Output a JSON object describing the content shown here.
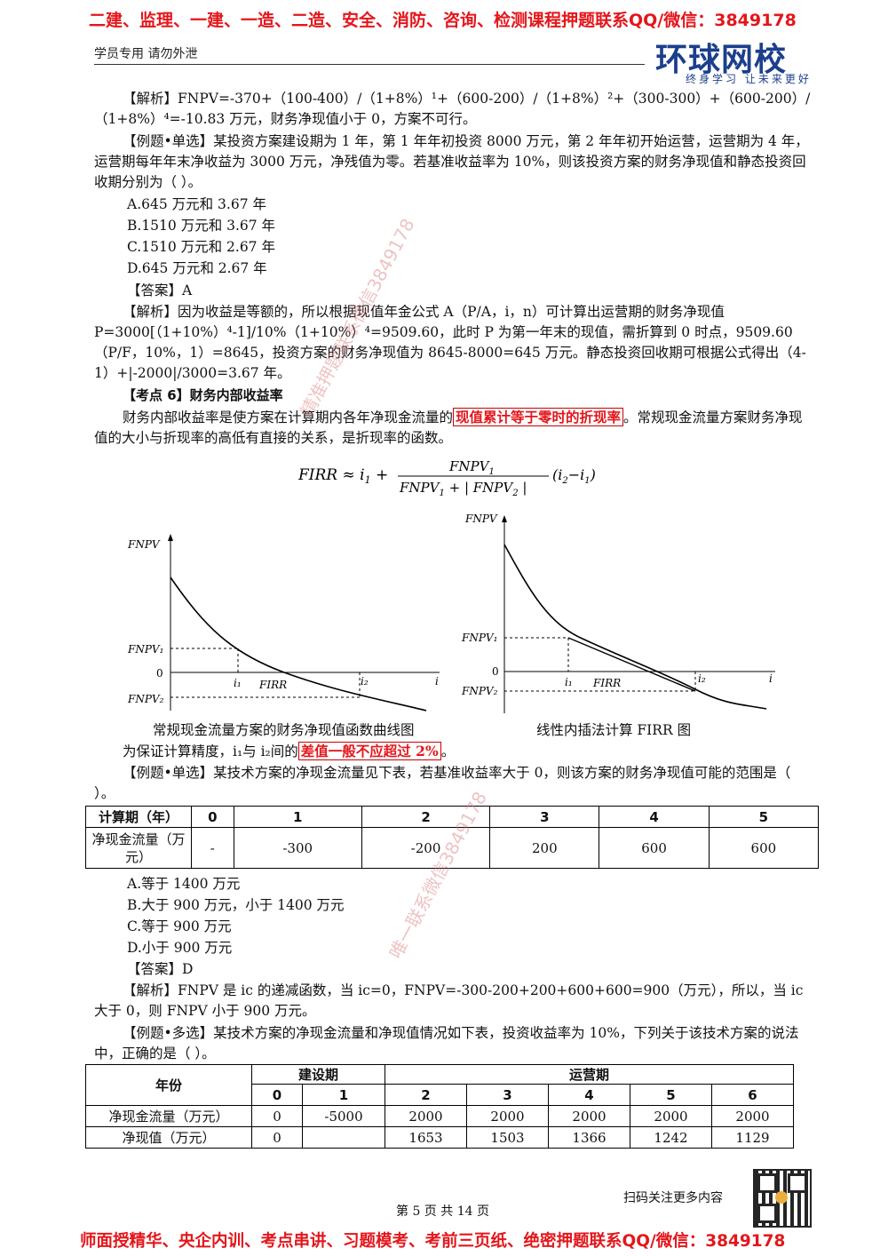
{
  "banner_top": "二建、监理、一建、一造、二造、安全、消防、咨询、检测课程押题联系QQ/微信：3849178",
  "banner_bottom": "师面授精华、央企内训、考点串讲、习题模考、考前三页纸、绝密押题联系QQ/微信：3849178",
  "header_note": "学员专用  请勿外泄",
  "logo": {
    "main": "环球网校",
    "sub": "终身学习 让未来更好"
  },
  "p1": "【解析】FNPV=-370+（100-400）/（1+8%）¹+（600-200）/（1+8%）²+（300-300）+（600-200）/（1+8%）⁴=-10.83 万元，财务净现值小于 0，方案不可行。",
  "ex1": {
    "question": "【例题•单选】某投资方案建设期为 1 年，第 1 年年初投资 8000 万元，第 2 年年初开始运营，运营期为 4 年，运营期每年年末净收益为 3000 万元，净残值为零。若基准收益率为 10%，则该投资方案的财务净现值和静态投资回收期分别为（ ）。",
    "options": [
      "A.645 万元和 3.67 年",
      "B.1510 万元和 3.67 年",
      "C.1510 万元和 2.67 年",
      "D.645 万元和 2.67 年"
    ],
    "answer": "【答案】A",
    "analysis": "【解析】因为收益是等额的，所以根据现值年金公式 A（P/A，i，n）可计算出运营期的财务净现值 P=3000[（1+10%）⁴-1]/10%（1+10%）⁴=9509.60，此时 P 为第一年末的现值，需折算到 0 时点，9509.60（P/F，10%，1）=8645，投资方案的财务净现值为 8645-8000=645 万元。静态投资回收期可根据公式得出（4-1）+|-2000|/3000=3.67 年。"
  },
  "kp6": {
    "title": "【考点 6】财务内部收益率",
    "text_a": "财务内部收益率是使方案在计算期内各年净现金流量的",
    "highlight": "现值累计等于零时的折现率",
    "text_b": "。常规现金流量方案财务净现值的大小与折现率的高低有直接的关系，是折现率的函数。",
    "formula": "FIRR ≈ i₁ + FNPV₁ / (FNPV₁ + | FNPV₂ |) (i₂−i₁)"
  },
  "fig1": {
    "caption": "常规现金流量方案的财务净现值函数曲线图",
    "y_label": "FNPV",
    "labels": [
      "FNPV₁",
      "0",
      "FNPV₂",
      "i₁",
      "FIRR",
      "i₂",
      "i"
    ]
  },
  "fig2": {
    "caption": "线性内插法计算 FIRR 图",
    "y_label": "FNPV",
    "labels": [
      "FNPV₁",
      "0",
      "FNPV₂",
      "i₁",
      "FIRR",
      "i₂",
      "i"
    ]
  },
  "precision": {
    "text_a": "为保证计算精度，i₁与 i₂间的",
    "highlight": "差值一般不应超过 2%",
    "text_b": "。"
  },
  "ex2": {
    "question": "【例题•单选】某技术方案的净现金流量见下表，若基准收益率大于 0，则该方案的财务净现值可能的范围是（ ）。",
    "table": {
      "header": [
        "计算期（年）",
        "0",
        "1",
        "2",
        "3",
        "4",
        "5"
      ],
      "row_label": "净现金流量（万元）",
      "row": [
        "-",
        "-300",
        "-200",
        "200",
        "600",
        "600"
      ]
    },
    "options": [
      "A.等于 1400 万元",
      "B.大于 900 万元，小于 1400 万元",
      "C.等于 900 万元",
      "D.小于 900 万元"
    ],
    "answer": "【答案】D",
    "analysis": "【解析】FNPV 是 ic 的递减函数，当 ic=0，FNPV=-300-200+200+600+600=900（万元），所以，当 ic 大于 0，则 FNPV 小于 900 万元。"
  },
  "ex3": {
    "question": "【例题•多选】某技术方案的净现金流量和净现值情况如下表，投资收益率为 10%，下列关于该技术方案的说法中，正确的是（ ）。",
    "table": {
      "year_label": "年份",
      "group1": "建设期",
      "group2": "运营期",
      "years": [
        "0",
        "1",
        "2",
        "3",
        "4",
        "5",
        "6"
      ],
      "row1_label": "净现金流量（万元）",
      "row1": [
        "0",
        "-5000",
        "2000",
        "2000",
        "2000",
        "2000",
        "2000"
      ],
      "row2_label": "净现值（万元）",
      "row2": [
        "0",
        "",
        "1653",
        "1503",
        "1366",
        "1242",
        "1129"
      ]
    }
  },
  "footer": {
    "page": "第 5 页 共 14 页",
    "scan": "扫码关注更多内容"
  },
  "watermarks": [
    "精准押题联系微信3849178",
    "唯一联系微信3849178"
  ]
}
